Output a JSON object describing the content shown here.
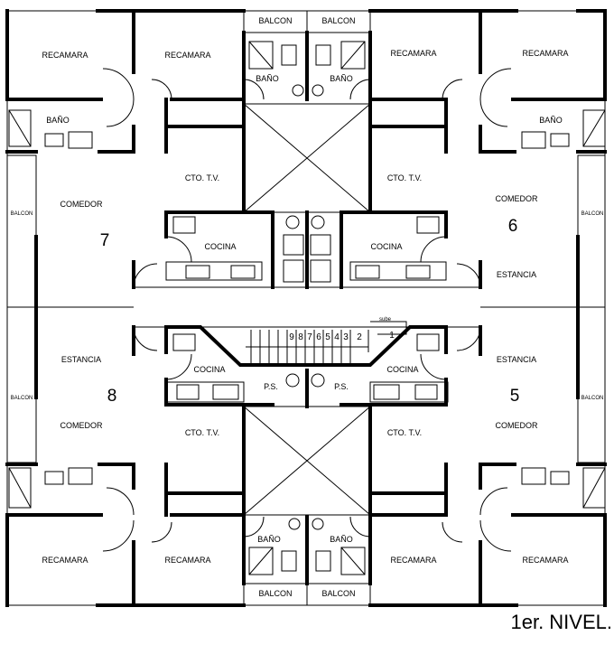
{
  "plan": {
    "level_label": "1er. NIVEL.",
    "units": {
      "u5": "5",
      "u6": "6",
      "u7": "7",
      "u8": "8"
    },
    "rooms": {
      "recamara": "RECAMARA",
      "bano": "BAÑO",
      "balcon": "BALCON",
      "comedor": "COMEDOR",
      "estancia": "ESTANCIA",
      "cto_tv": "CTO. T.V.",
      "cocina": "COCINA",
      "ps": "P.S."
    },
    "stair": {
      "sube": "sube",
      "steps": [
        "9",
        "8",
        "7",
        "6",
        "5",
        "4",
        "3",
        "2",
        "1"
      ]
    }
  }
}
